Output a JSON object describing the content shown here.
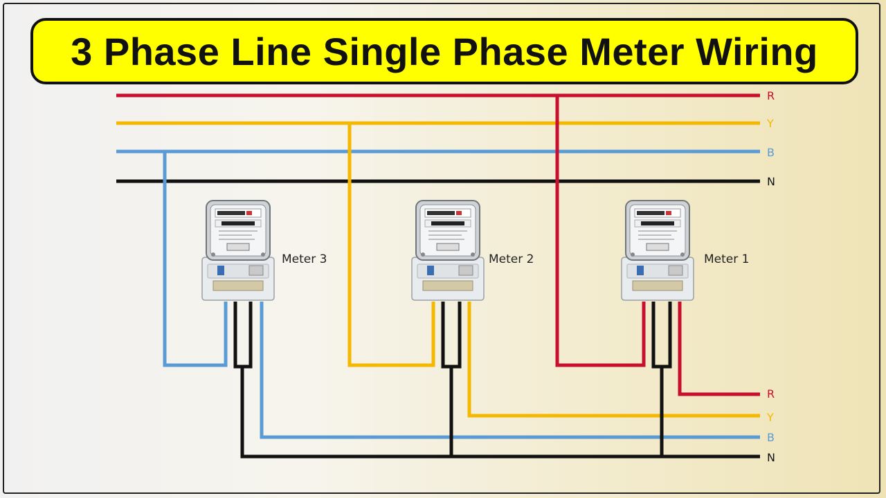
{
  "title": "3 Phase Line Single Phase Meter Wiring",
  "colors": {
    "R": "#c8102e",
    "Y": "#f5b800",
    "B": "#5b9bd5",
    "N": "#111111",
    "title_bg": "#ffff00"
  },
  "input_bus": {
    "R": "R",
    "Y": "Y",
    "B": "B",
    "N": "N"
  },
  "output_bus": {
    "R": "R",
    "Y": "Y",
    "B": "B",
    "N": "N"
  },
  "meters": [
    {
      "label": "Meter 3",
      "phase": "B",
      "icon": "energy-meter-icon"
    },
    {
      "label": "Meter 2",
      "phase": "Y",
      "icon": "energy-meter-icon"
    },
    {
      "label": "Meter 1",
      "phase": "R",
      "icon": "energy-meter-icon"
    }
  ]
}
